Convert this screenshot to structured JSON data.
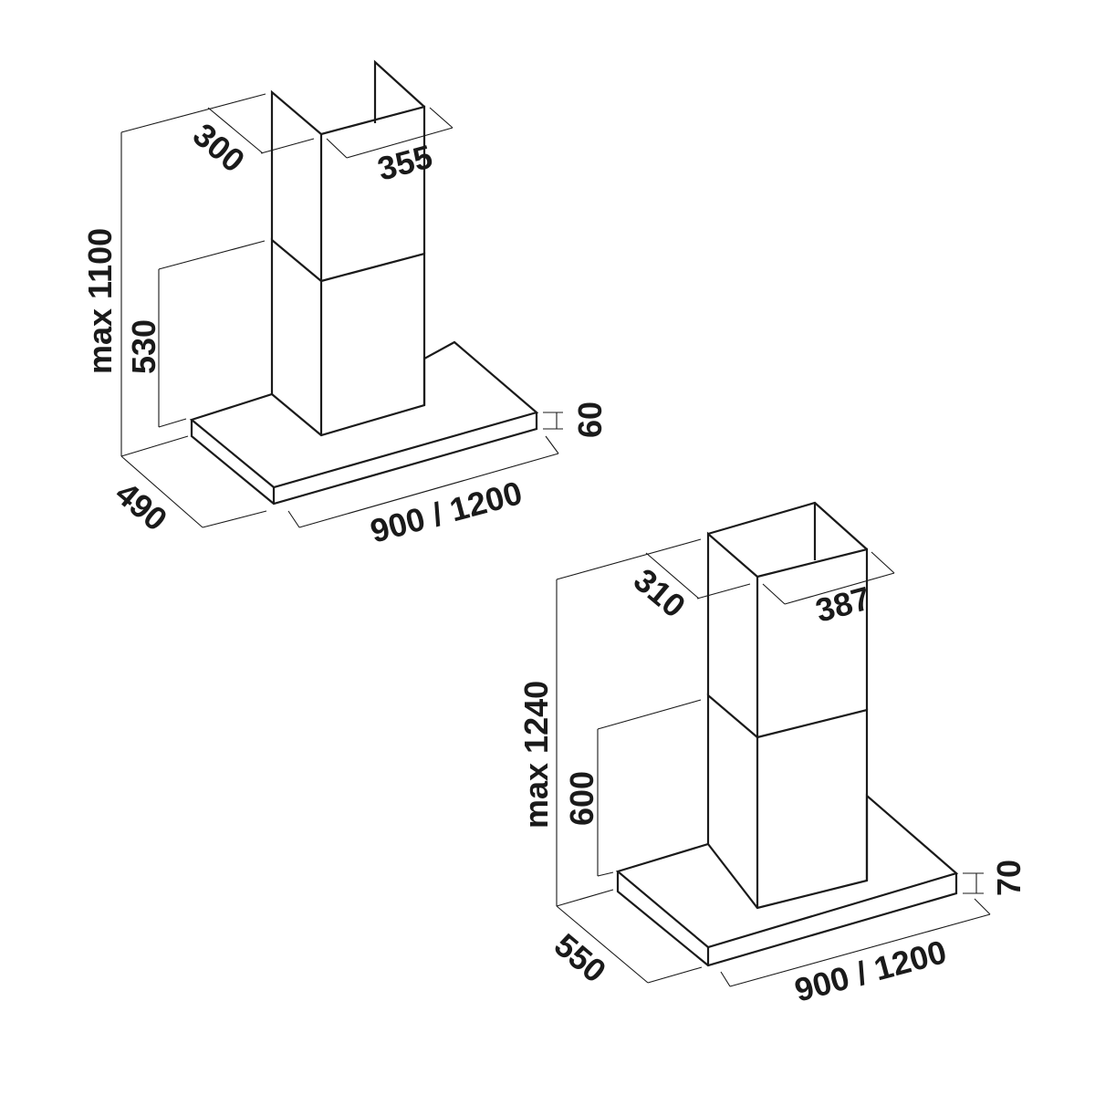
{
  "drawings": [
    {
      "id": "hood-top",
      "dims": {
        "height_max": "max 1100",
        "chimney_low": "530",
        "chimney_depth": "300",
        "chimney_width": "355",
        "canopy_thickness": "60",
        "canopy_depth": "490",
        "canopy_width": "900 / 1200"
      }
    },
    {
      "id": "hood-bottom",
      "dims": {
        "height_max": "max 1240",
        "chimney_low": "600",
        "chimney_depth": "310",
        "chimney_width": "387",
        "canopy_thickness": "70",
        "canopy_depth": "550",
        "canopy_width": "900 / 1200"
      }
    }
  ],
  "colors": {
    "line": "#1a1a1a",
    "background": "#ffffff"
  }
}
